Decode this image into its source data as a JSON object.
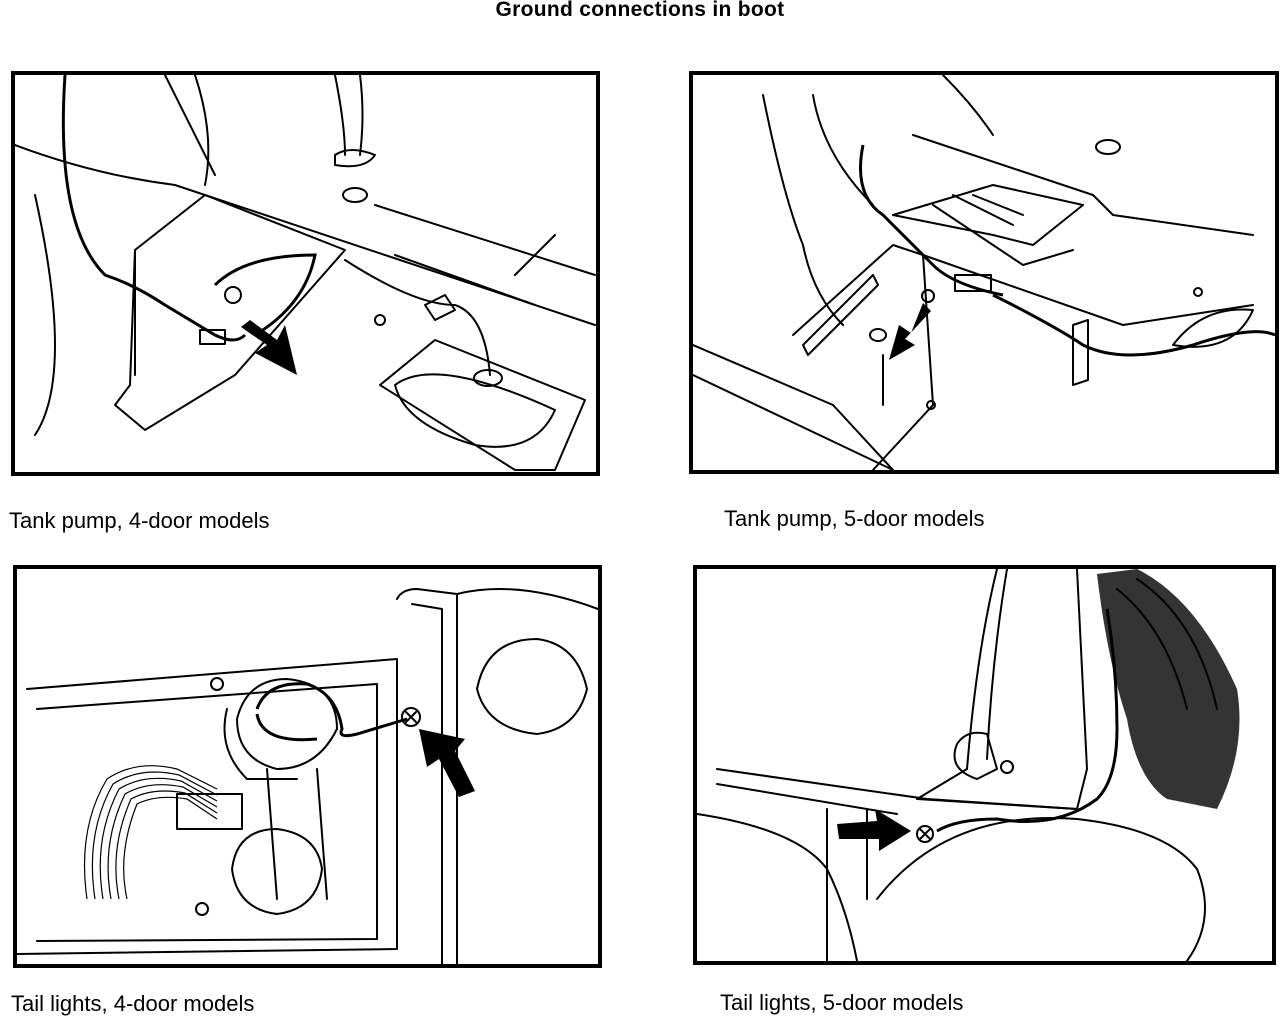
{
  "title": "Ground connections in boot",
  "figures": [
    {
      "caption": "Tank pump, 4-door models",
      "arrow_icon": "arrow"
    },
    {
      "caption": "Tank pump, 5-door models",
      "arrow_icon": "arrow"
    },
    {
      "caption": "Tail lights, 4-door models",
      "arrow_icon": "arrow"
    },
    {
      "caption": "Tail lights, 5-door models",
      "arrow_icon": "arrow"
    }
  ]
}
